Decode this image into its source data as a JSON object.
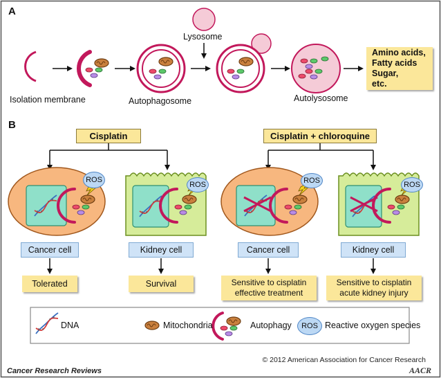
{
  "panel_a": {
    "letter": "A",
    "isolation_membrane": "Isolation membrane",
    "autophagosome": "Autophagosome",
    "lysosome": "Lysosome",
    "autolysosome": "Autolysosome",
    "products": [
      "Amino acids,",
      "Fatty acids",
      "Sugar,",
      "etc."
    ]
  },
  "panel_b": {
    "letter": "B",
    "left_drug": "Cisplatin",
    "right_drug": "Cisplatin + chloroquine",
    "ros": "ROS",
    "cells": [
      {
        "cell": "Cancer cell",
        "outcome": [
          "Tolerated"
        ]
      },
      {
        "cell": "Kidney cell",
        "outcome": [
          "Survival"
        ]
      },
      {
        "cell": "Cancer cell",
        "outcome": [
          "Sensitive to cisplatin",
          "effective treatment"
        ]
      },
      {
        "cell": "Kidney cell",
        "outcome": [
          "Sensitive to cisplatin",
          "acute kidney injury"
        ]
      }
    ]
  },
  "legend": {
    "dna": "DNA",
    "mitochondria": "Mitochondria",
    "autophagy": "Autophagy",
    "ros": "ROS",
    "ros_label": "Reactive oxygen species"
  },
  "copyright": "© 2012 American Association for Cancer Research",
  "journal": "Cancer Research Reviews",
  "logo": "AACR",
  "colors": {
    "membrane": "#c2185b",
    "cancer_cell_fill": "#f7b77f",
    "kidney_cell_fill": "#d6ec9a",
    "nucleus_fill": "#8fe0c9",
    "yellow_box": "#fbe79a",
    "blue_box": "#cfe3f7"
  }
}
